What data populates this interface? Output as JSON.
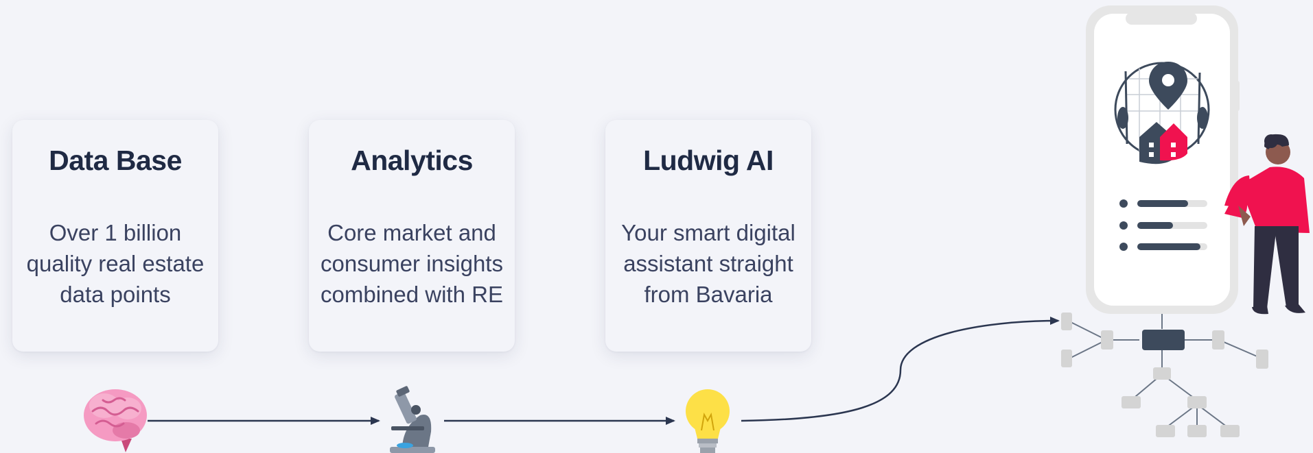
{
  "cards": [
    {
      "title": "Data Base",
      "text": "Over 1 billion quality real estate data points"
    },
    {
      "title": "Analytics",
      "text": "Core market and consumer insights combined with RE"
    },
    {
      "title": "Ludwig AI",
      "text": "Your smart digital assistant straight from Bavaria"
    }
  ],
  "icons": [
    "brain-icon",
    "microscope-icon",
    "lightbulb-icon",
    "phone-illustration",
    "network-diagram-icon"
  ],
  "colors": {
    "background": "#f3f4f9",
    "heading": "#1f2a44",
    "body_text": "#3a4260",
    "accent_red": "#f0124f",
    "slate": "#3d4a5c",
    "arrow": "#2b3650"
  }
}
